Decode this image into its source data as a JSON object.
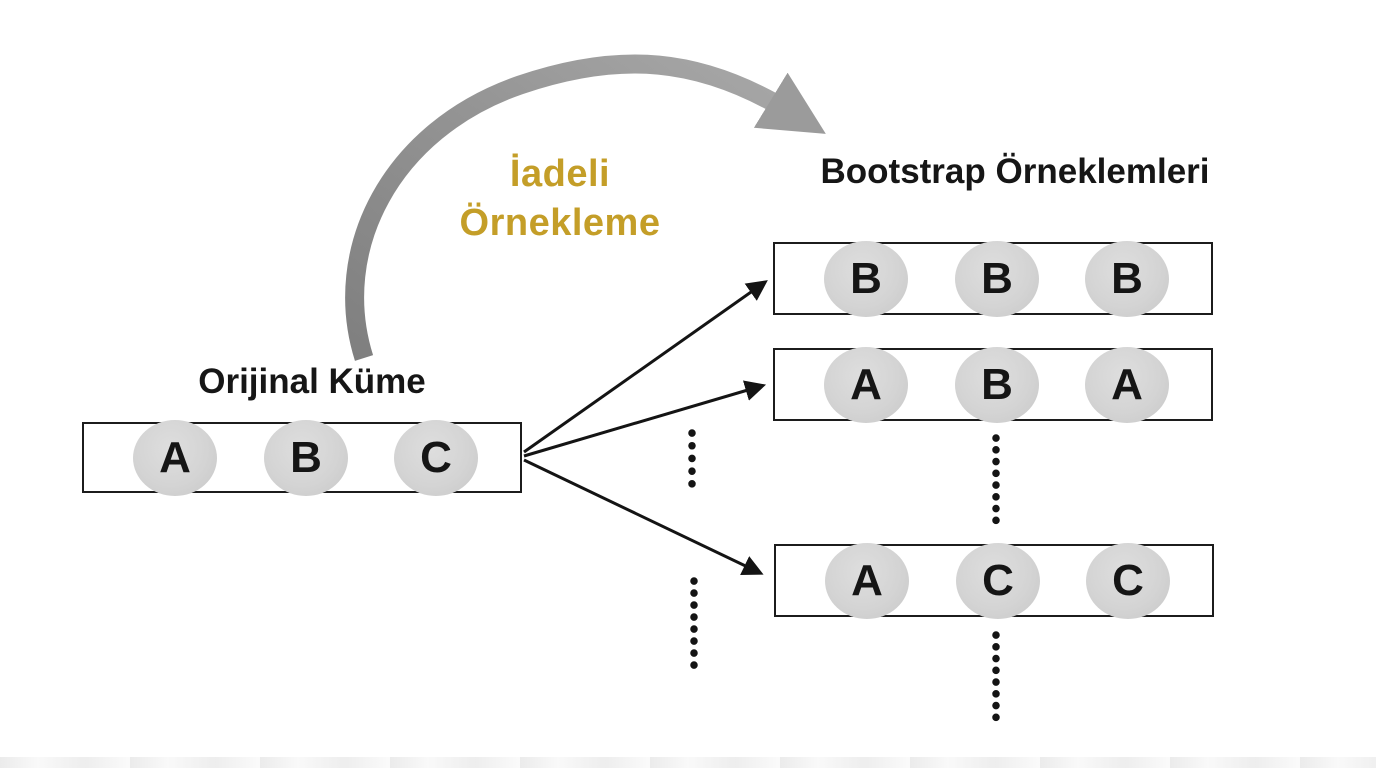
{
  "labels": {
    "sampling_method": "İadeli\nÖrnekleme",
    "bootstrap_title": "Bootstrap Örneklemleri",
    "original_title": "Orijinal Küme"
  },
  "original_set": {
    "items": [
      "A",
      "B",
      "C"
    ]
  },
  "bootstrap_samples": [
    {
      "items": [
        "B",
        "B",
        "B"
      ]
    },
    {
      "items": [
        "A",
        "B",
        "A"
      ]
    },
    {
      "items": [
        "A",
        "C",
        "C"
      ]
    }
  ],
  "colors": {
    "accent_gold": "#c49e28",
    "resample_arrow_gray": "#8f8f8f",
    "fan_arrow_black": "#141414",
    "circle_fill": "#d4d4d4",
    "box_border": "#1c1c1c",
    "background": "#ffffff"
  }
}
